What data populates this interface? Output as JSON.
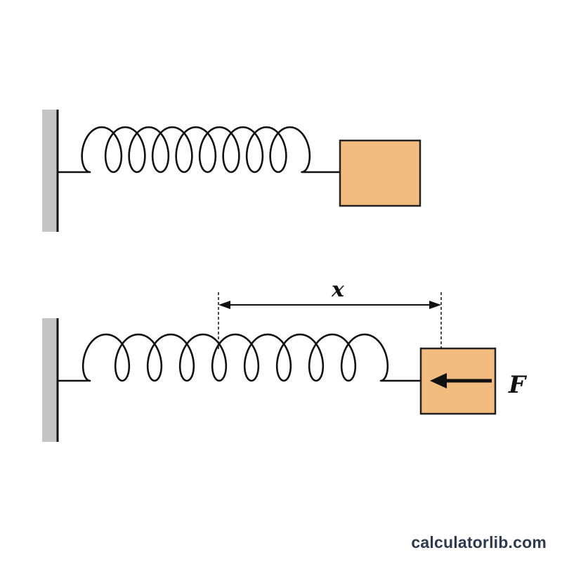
{
  "colors": {
    "background": "#ffffff",
    "wall": "#c4c4c4",
    "wall_edge": "#111111",
    "spring": "#111111",
    "block_fill": "#f2bc80",
    "block_stroke": "#222222",
    "arrow": "#111111",
    "watermark": "#2d3a4e"
  },
  "labels": {
    "displacement": "x",
    "force": "F"
  },
  "watermark": {
    "text": "calculatorlib.com"
  },
  "systems": [
    {
      "state": "relaxed",
      "coil_count": 9
    },
    {
      "state": "stretched",
      "coil_count": 9,
      "force_direction": "left"
    }
  ]
}
